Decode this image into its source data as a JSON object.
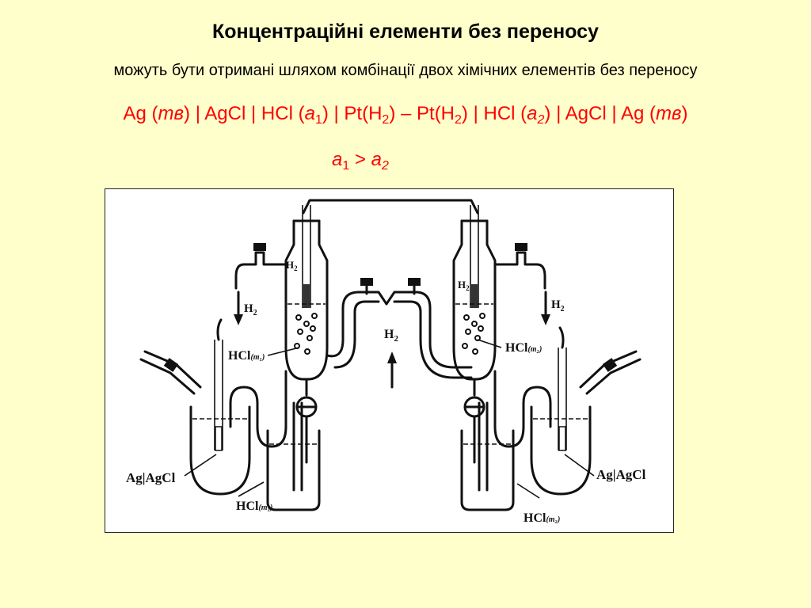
{
  "slide": {
    "title": "Концентраційні елементи без переносу",
    "subtitle": "можуть бути отримані шляхом комбінації двох хімічних елементів без переносу",
    "formula": {
      "ag": "Ag",
      "tv": "тв",
      "agcl": "AgCl",
      "hcl": "HCl",
      "a": "a",
      "one": "1",
      "two": "2",
      "pt": "Pt(H",
      "dash": "–"
    },
    "condition": {
      "a": "a",
      "sub1": "1",
      "gt": ">",
      "sub2": "2"
    }
  },
  "diagram": {
    "h2_left_outlet": "H",
    "h2_right_outlet": "H",
    "h2_inlet": "H",
    "h2_tube_left": "H",
    "h2_tube_right": "H",
    "sub2": "2",
    "hcl_m1_top": "HCl",
    "hcl_m2_top": "HCl",
    "m1": "(m₁)",
    "m2": "(m₂)",
    "electrode_left": "Ag|AgCl",
    "electrode_right": "Ag|AgCl",
    "hcl_m1_bottom": "HCl",
    "hcl_m2_bottom": "HCl"
  }
}
